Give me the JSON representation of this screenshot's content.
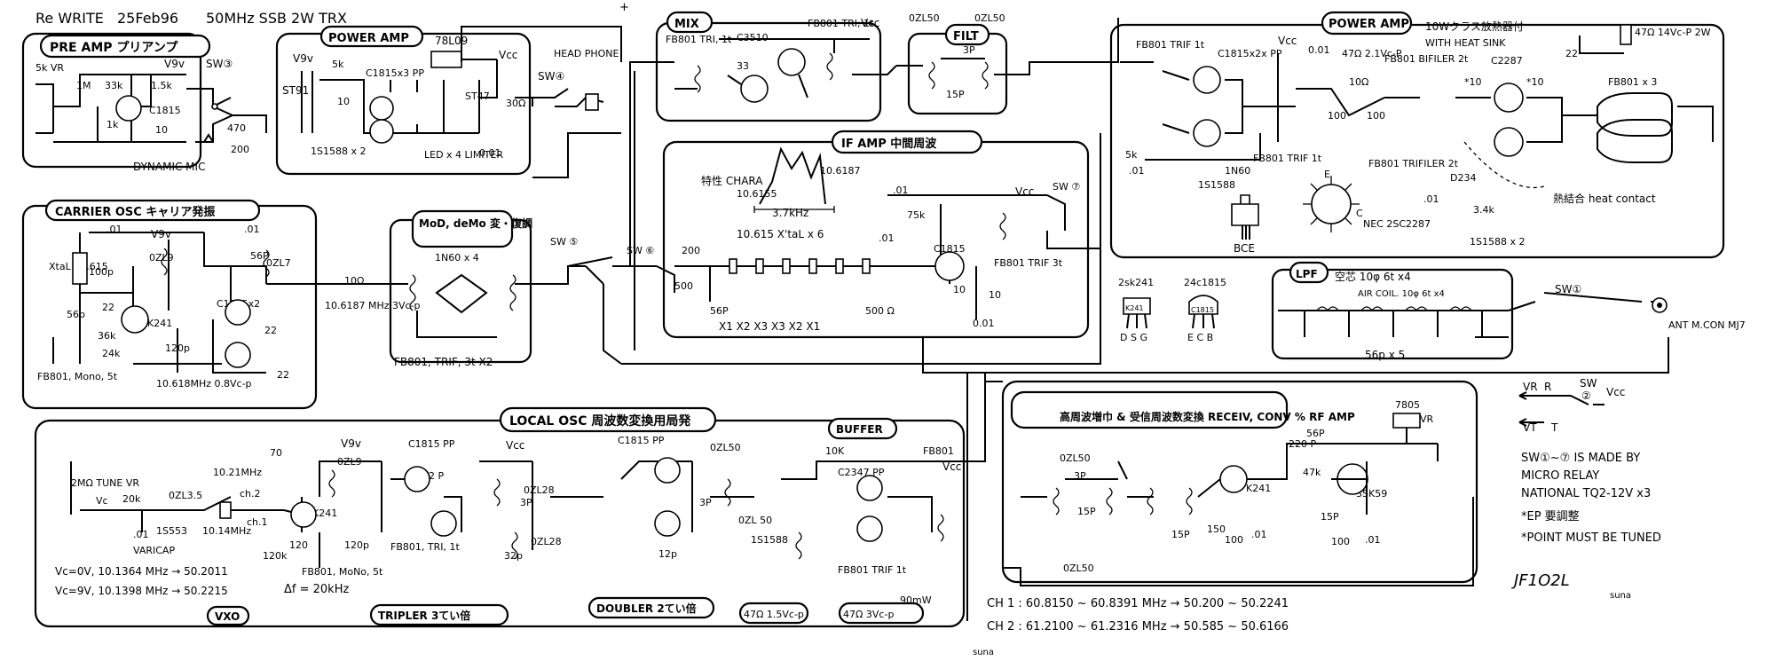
{
  "header": {
    "title": "Re WRITE",
    "date": "25Feb96",
    "subtitle": "50MHz SSB 2W TRX",
    "marker": "+"
  },
  "blocks": {
    "pre_amp": {
      "title": "PRE AMP プリアンプ",
      "vq": "V9v",
      "vr": "5k VR",
      "r1": "1M",
      "r2": "33k",
      "r3": "1.5k",
      "r4": "1k",
      "r5": "10",
      "tr": "C1815",
      "sw": "SW③",
      "r6": "470",
      "r7": "200",
      "mic": "DYNAMIC MIC"
    },
    "power_amp_small": {
      "title": "POWER AMP",
      "ic": "78L09",
      "vcc": "Vcc",
      "vq": "V9v",
      "r1": "5k",
      "st": "ST91",
      "tr": "C1815x3 PP",
      "d": "1S1588 x 2",
      "led": "LED x 4 LIMITER",
      "st2": "ST47",
      "r2": "30Ω",
      "c": "0.01",
      "r3": "10",
      "sw": "SW④",
      "phone": "HEAD PHONE"
    },
    "carrier_osc": {
      "title": "CARRIER OSC キャリア発振",
      "c1": ".01",
      "c2": ".01",
      "vq": "V9v",
      "l1": "0ZL9",
      "l2": "0ZL7",
      "xtal": "XtaL 10.615",
      "c3": "100p",
      "c4": "56P",
      "c5": "56p",
      "c6": "22",
      "tr1": "K241",
      "c7": "120p",
      "r1": "24k",
      "r2": "36k",
      "tr2": "C1815x2",
      "r3": "22",
      "r4": "22",
      "l3": "FB801, Mono, 5t",
      "f1": "10.618MHz 0.8Vc-p",
      "f2": "10.6187 MHz 3Vc-p",
      "r5": "10Ω"
    },
    "mod_demod": {
      "title": "MoD, deMo 変・復調",
      "d": "1N60 x 4",
      "t": "FB801, TRIF, 3t X2"
    },
    "mix": {
      "title": "MIX",
      "l1": "FB801 TRI, 1t",
      "c": "C3510",
      "r": "33",
      "l2": "FB801 TRI, 1t",
      "vcc": "Vcc"
    },
    "filt": {
      "title": "FILT",
      "l1": "0ZL50",
      "l2": "0ZL50",
      "c1": "3P",
      "c2": "15P"
    },
    "if_amp": {
      "title": "IF AMP 中間周波",
      "char": "特性 CHARA",
      "f1": "10.6155",
      "f2": "10.6187",
      "bw": "3.7kHz",
      "xtal": "10.615 X'taL x 6",
      "c1": "200",
      "r1": "500",
      "c2": "56P",
      "vals": "X1  X2  X3  X3  X2  X1",
      "r2": "500 Ω",
      "c3": ".01",
      "c4": "0.01",
      "r3": "75k",
      "tr": "C1815",
      "l": "FB801 TRIF 3t",
      "r4": "10",
      "r5": "10",
      "c5": ".01",
      "vcc": "Vcc",
      "sw": "SW ⑦",
      "sw2": "SW ⑥",
      "sw3": "SW ⑤"
    },
    "power_amp_big": {
      "title": "POWER AMP",
      "note1": "10Wクラス放熱器付",
      "note2": "WITH HEAT SINK",
      "l1": "FB801 TRIF 1t",
      "tr1": "C1815x2x PP",
      "vcc": "Vcc",
      "c1": "0.01",
      "vr": "47Ω 2.1Vc-P",
      "r1": "10Ω",
      "l2": "FB801 BIFILER 2t",
      "tr2": "C2287",
      "c2": "22",
      "l3": "FB801 x 3",
      "out": "47Ω 14Vc-P 2W",
      "r2": "100",
      "r3": "100",
      "c3": ".01",
      "r4": "5k",
      "d1": "1N60",
      "d2": "1S1588",
      "l4": "FB801 TRIF 1t",
      "l5": "FB801 TRIFILER 2t",
      "d3": "D234",
      "r5": "3.4k",
      "d4": "1S1588 x 2",
      "heat": "熱結合 heat contact",
      "pkg1": "NEC 2SC2287",
      "pkg2": "BCE",
      "pkg3": "E",
      "pkg4": "C",
      "r6": "*10",
      "r7": "*10",
      "c4": ".01"
    },
    "pinouts": {
      "a_name": "2sk241",
      "a_pins": "D S G",
      "a_mark": "K241",
      "b_name": "24c1815",
      "b_pins": "E C B",
      "b_mark": "C1815"
    },
    "lpf": {
      "title": "LPF",
      "note1": "空芯 10φ 6t x4",
      "note2": "AIR COIL. 10φ 6t x4",
      "caps": "56p x 5",
      "sw": "SW①",
      "ant": "ANT M.CON MJ7"
    },
    "local_osc": {
      "title": "LOCAL OSC 周波数変換用局発",
      "tune": "2MΩ TUNE VR",
      "vc": "Vc",
      "r1": "20k",
      "c1": ".01",
      "l1": "0ZL3.5",
      "f1": "10.21MHz",
      "sw": "ch.2",
      "sw2": "ch.1",
      "f2": "10.14MHz",
      "c2": "70",
      "d": "1S553",
      "varicap": "VARICAP",
      "c3": "120",
      "r2": "120k",
      "tr1": "K241",
      "vq": "V9v",
      "l2": "0ZL9",
      "c4": "120p",
      "l3": "FB801, MoNo, 5t",
      "df": "Δf = 20kHz",
      "eq1": "Vc=0V, 10.1364 MHz → 50.2011",
      "eq2": "Vc=9V, 10.1398 MHz → 50.2215",
      "vxo": "VXO",
      "tr2": "C1815 PP",
      "c5": "32 P",
      "l4": "FB801, TRI, 1t",
      "vcc": "Vcc",
      "l5": "0ZL28",
      "c6": "3P",
      "c7": "32p",
      "l6": "0ZL28",
      "tripler": "TRIPLER 3てい倍",
      "tr3": "C1815 PP",
      "c8": "12p",
      "c9": "3P",
      "l7": "0ZL50",
      "doubler": "DOUBLER 2てい倍",
      "d2": "1S1588",
      "l8": "0ZL 50",
      "v1": "47Ω 1.5Vc-p",
      "buffer": "BUFFER",
      "r3": "10K",
      "tr4": "C2347 PP",
      "l9": "FB801 TRIF 1t",
      "v2": "47Ω 3Vc-p",
      "pwr": "90mW",
      "vcc2": "Vcc",
      "l10": "FB801"
    },
    "rx_conv": {
      "title": "高周波増巾 & 受信周波数変換 RECEIV, CONV % RF AMP",
      "l1": "0ZL50",
      "c1": "3P",
      "c2": "15P",
      "c3": "15P",
      "tr1": "K241",
      "c4": "150",
      "r1": "100",
      "c5": ".01",
      "c6": "56P",
      "c7": "220 P",
      "r2": "47k",
      "tr2": "3SK59",
      "c8": "15P",
      "r3": "100",
      "c9": ".01",
      "ic": "7805",
      "l2": "0ZL50",
      "vr": "VR"
    }
  },
  "notes": {
    "ch1": "CH 1 : 60.8150 ~ 60.8391 MHz → 50.200 ~ 50.2241",
    "ch2": "CH 2 : 61.2100 ~ 61.2316 MHz → 50.585 ~ 50.6166",
    "legend_vr": "VR",
    "legend_r": "R",
    "legend_sw": "SW",
    "legend_sw2": "②",
    "legend_vcc": "Vcc",
    "legend_vt": "VT",
    "legend_t": "T",
    "sw_note1": "SW①~⑦ IS MADE BY",
    "sw_note2": "MICRO RELAY",
    "sw_note3": "NATIONAL TQ2-12V x3",
    "ep": "*EP 要調整",
    "tune": "*POINT MUST BE TUNED",
    "sign": "JF1O2L",
    "author": "suna",
    "footer": "suna"
  }
}
